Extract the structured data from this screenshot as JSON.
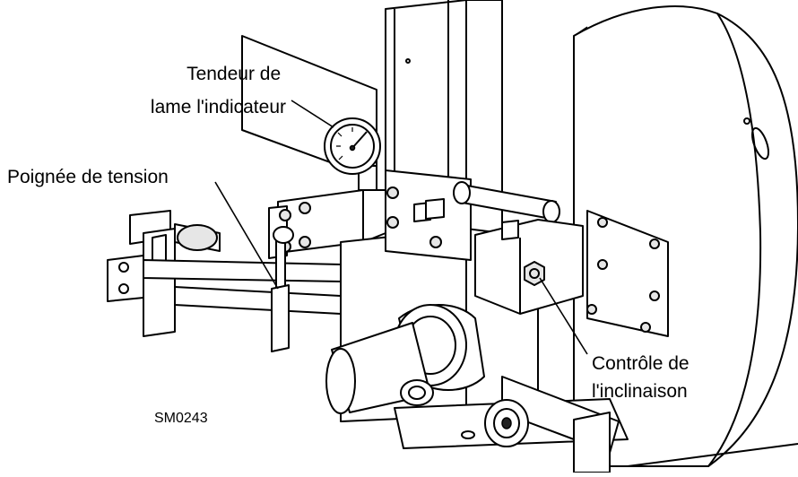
{
  "figure": {
    "labels": {
      "gauge": [
        "Tendeur de",
        "lame l'indicateur"
      ],
      "handle": "Poignée de tension",
      "tilt": [
        "Contrôle de",
        "l'inclinaison"
      ],
      "reference": "SM0243"
    },
    "icons": {
      "gauge": "pressure-gauge-icon",
      "handle": "tension-handle-icon",
      "tilt": "tilt-control-nut-icon"
    }
  }
}
